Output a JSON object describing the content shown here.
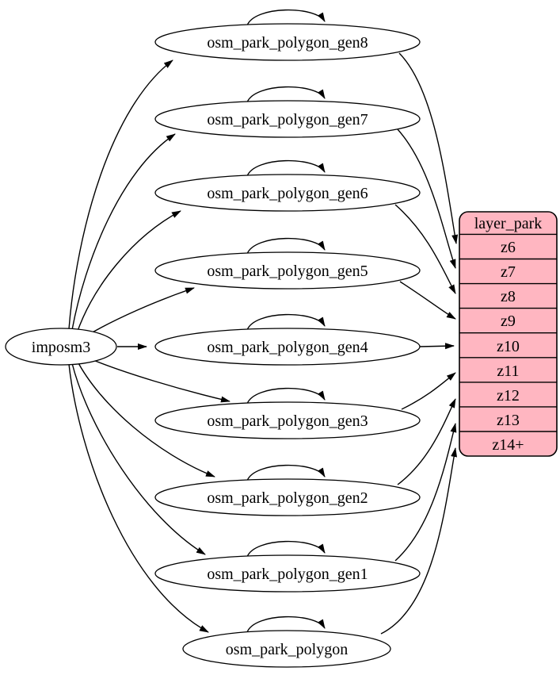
{
  "diagram": {
    "kind": "etl-dependency-graph",
    "background": "#ffffff",
    "nodes": {
      "source": {
        "label": "imposm3",
        "shape": "ellipse",
        "fill": "#ffffff"
      },
      "tables": [
        {
          "label": "osm_park_polygon_gen8"
        },
        {
          "label": "osm_park_polygon_gen7"
        },
        {
          "label": "osm_park_polygon_gen6"
        },
        {
          "label": "osm_park_polygon_gen5"
        },
        {
          "label": "osm_park_polygon_gen4"
        },
        {
          "label": "osm_park_polygon_gen3"
        },
        {
          "label": "osm_park_polygon_gen2"
        },
        {
          "label": "osm_park_polygon_gen1"
        },
        {
          "label": "osm_park_polygon"
        }
      ],
      "layer": {
        "title": "layer_park",
        "rows": [
          "z6",
          "z7",
          "z8",
          "z9",
          "z10",
          "z11",
          "z12",
          "z13",
          "z14+"
        ],
        "fill": "#ffb6c1",
        "border": "#000000"
      }
    },
    "edges": {
      "from_source": [
        {
          "from": "imposm3",
          "to": "osm_park_polygon_gen8"
        },
        {
          "from": "imposm3",
          "to": "osm_park_polygon_gen7"
        },
        {
          "from": "imposm3",
          "to": "osm_park_polygon_gen6"
        },
        {
          "from": "imposm3",
          "to": "osm_park_polygon_gen5"
        },
        {
          "from": "imposm3",
          "to": "osm_park_polygon_gen4"
        },
        {
          "from": "imposm3",
          "to": "osm_park_polygon_gen3"
        },
        {
          "from": "imposm3",
          "to": "osm_park_polygon_gen2"
        },
        {
          "from": "imposm3",
          "to": "osm_park_polygon_gen1"
        },
        {
          "from": "imposm3",
          "to": "osm_park_polygon"
        }
      ],
      "self_loops": [
        "osm_park_polygon_gen8",
        "osm_park_polygon_gen7",
        "osm_park_polygon_gen6",
        "osm_park_polygon_gen5",
        "osm_park_polygon_gen4",
        "osm_park_polygon_gen3",
        "osm_park_polygon_gen2",
        "osm_park_polygon_gen1",
        "osm_park_polygon"
      ],
      "to_layer": [
        {
          "from": "osm_park_polygon_gen8",
          "to": "z6"
        },
        {
          "from": "osm_park_polygon_gen7",
          "to": "z7"
        },
        {
          "from": "osm_park_polygon_gen6",
          "to": "z8"
        },
        {
          "from": "osm_park_polygon_gen5",
          "to": "z9"
        },
        {
          "from": "osm_park_polygon_gen4",
          "to": "z10"
        },
        {
          "from": "osm_park_polygon_gen3",
          "to": "z11"
        },
        {
          "from": "osm_park_polygon_gen2",
          "to": "z12"
        },
        {
          "from": "osm_park_polygon_gen1",
          "to": "z13"
        },
        {
          "from": "osm_park_polygon",
          "to": "z14+"
        }
      ]
    }
  }
}
